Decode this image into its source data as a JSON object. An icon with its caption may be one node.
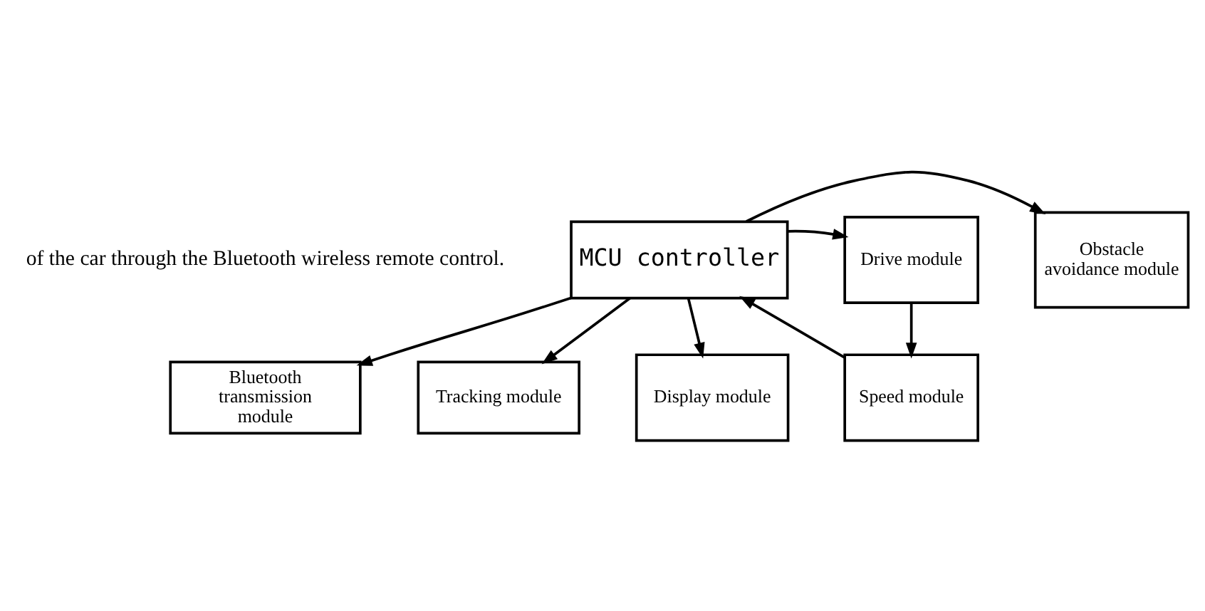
{
  "diagram": {
    "nodes": [
      {
        "text": [
          "Bluetooth transmission module"
        ]
      },
      {
        "text": [
          "Obstacle avoidance module"
        ]
      },
      {
        "text": [
          "Drive module"
        ]
      },
      {
        "text": [
          "MCU controller"
        ]
      },
      {
        "text": [
          "Tracking module"
        ]
      },
      {
        "text": [
          "Speed module"
        ]
      },
      {
        "text": [
          "Display module"
        ]
      }
    ],
    "edges": [
      {
        "from": 3,
        "to": 0,
        "arrow": "to"
      },
      {
        "from": 3,
        "to": 1,
        "arrow": "to"
      },
      {
        "from": 3,
        "to": 2,
        "arrow": "to"
      },
      {
        "from": 3,
        "to": 4,
        "arrow": "to"
      },
      {
        "from": 2,
        "to": 5,
        "arrow": "to"
      },
      {
        "from": 5,
        "to": 3,
        "arrow": "to"
      },
      {
        "from": 3,
        "to": 6,
        "arrow": "to"
      }
    ],
    "labels": [
      "of the car through the Bluetooth wireless remote control."
    ]
  }
}
